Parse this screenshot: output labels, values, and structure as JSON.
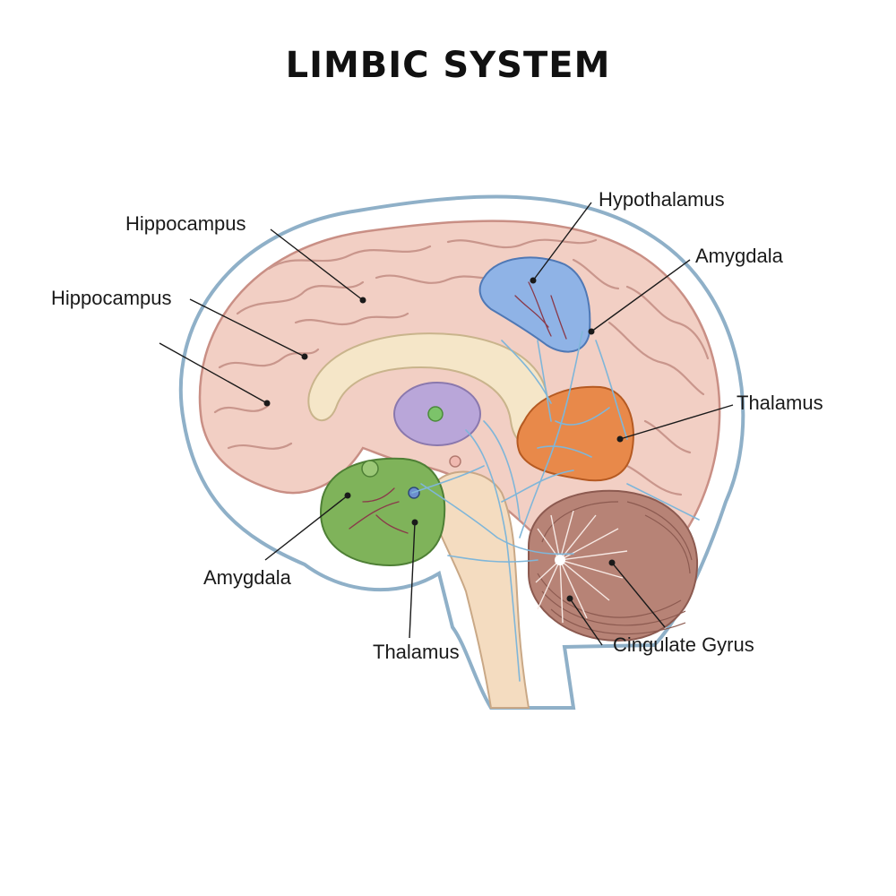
{
  "title": "LIMBIC SYSTEM",
  "labels": {
    "hippocampus_1": "Hippocampus",
    "hippocampus_2": "Hippocampus",
    "hypothalamus": "Hypothalamus",
    "amygdala_right": "Amygdala",
    "thalamus_right": "Thalamus",
    "amygdala_left": "Amygdala",
    "thalamus_bottom": "Thalamus",
    "cingulate_gyrus": "Cingulate Gyrus"
  },
  "colors": {
    "cortex": "#f2cfc4",
    "outline": "#8fb0c8",
    "hypothalamus": "#8fb3e6",
    "amygdala": "#7fb35a",
    "thalamus": "#e8894a",
    "central_body": "#b9a6d9",
    "corpus_callosum": "#f5e6c8",
    "brainstem": "#f4dcc0",
    "cerebellum": "#b78376"
  }
}
